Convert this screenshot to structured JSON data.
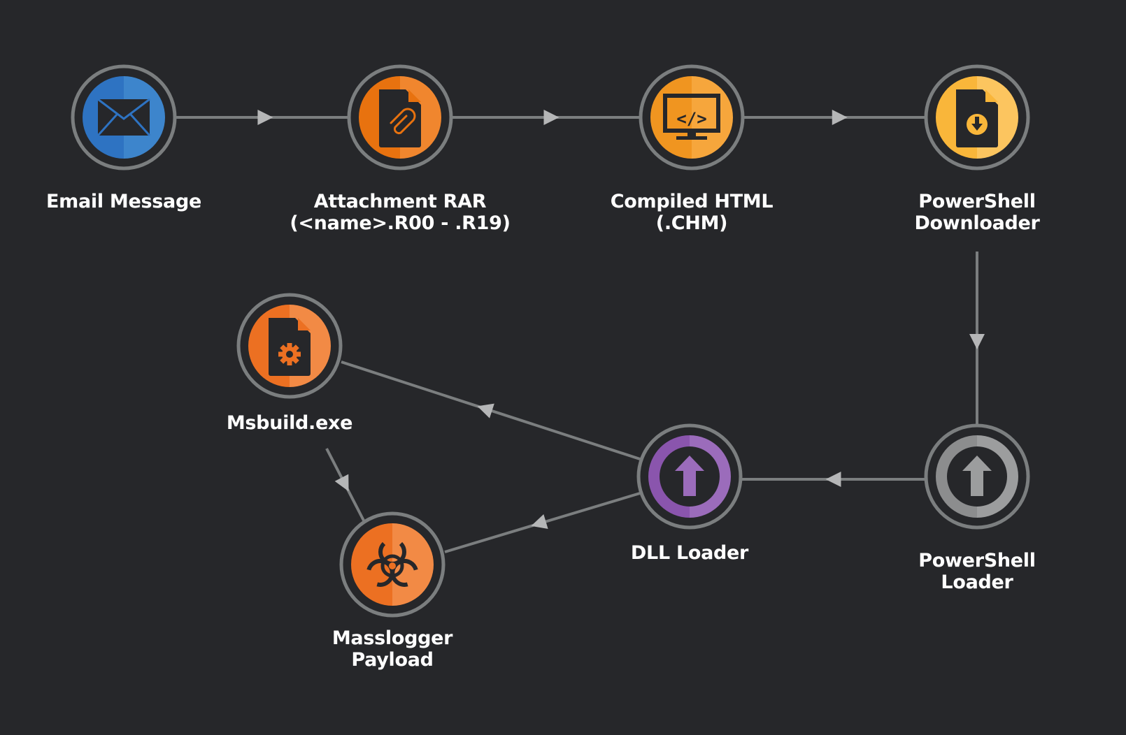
{
  "diagram": {
    "type": "attack-chain-flow",
    "colors": {
      "background": "#26272a",
      "ring": "#7b7e7f",
      "edge": "#7b7e7f",
      "arrowhead": "#b5b6b7",
      "icon_dark": "#26272a"
    },
    "nodes": [
      {
        "id": "email",
        "label": [
          "Email Message"
        ],
        "icon": "envelope-icon",
        "color_left": "#2e73c2",
        "color_right": "#3d85cc"
      },
      {
        "id": "attachment",
        "label": [
          "Attachment RAR",
          "(<name>.R00 - .R19)"
        ],
        "icon": "paperclip-file-icon",
        "color_left": "#e8720f",
        "color_right": "#f0862e"
      },
      {
        "id": "chm",
        "label": [
          "Compiled HTML",
          "(.CHM)"
        ],
        "icon": "code-monitor-icon",
        "color_left": "#f09520",
        "color_right": "#f6a63c"
      },
      {
        "id": "ps-downloader",
        "label": [
          "PowerShell",
          "Downloader"
        ],
        "icon": "download-file-icon",
        "color_left": "#f9b63a",
        "color_right": "#fcc55f"
      },
      {
        "id": "msbuild",
        "label": [
          "Msbuild.exe"
        ],
        "icon": "gear-file-icon",
        "color_left": "#ec7022",
        "color_right": "#f28a45"
      },
      {
        "id": "masslogger",
        "label": [
          "Masslogger",
          "Payload"
        ],
        "icon": "biohazard-icon",
        "color_left": "#ec7022",
        "color_right": "#f28a45"
      },
      {
        "id": "dll-loader",
        "label": [
          "DLL Loader"
        ],
        "icon": "upload-ring-icon",
        "color_left": "#8a55ad",
        "color_right": "#9b6cbb"
      },
      {
        "id": "ps-loader",
        "label": [
          "PowerShell",
          "Loader"
        ],
        "icon": "upload-ring-icon",
        "color_left": "#8c8d8e",
        "color_right": "#9c9d9e"
      }
    ],
    "edges": [
      {
        "from": "email",
        "to": "attachment"
      },
      {
        "from": "attachment",
        "to": "chm"
      },
      {
        "from": "chm",
        "to": "ps-downloader"
      },
      {
        "from": "ps-downloader",
        "to": "ps-loader"
      },
      {
        "from": "ps-loader",
        "to": "dll-loader"
      },
      {
        "from": "dll-loader",
        "to": "msbuild"
      },
      {
        "from": "dll-loader",
        "to": "masslogger"
      },
      {
        "from": "msbuild",
        "to": "masslogger"
      }
    ]
  }
}
